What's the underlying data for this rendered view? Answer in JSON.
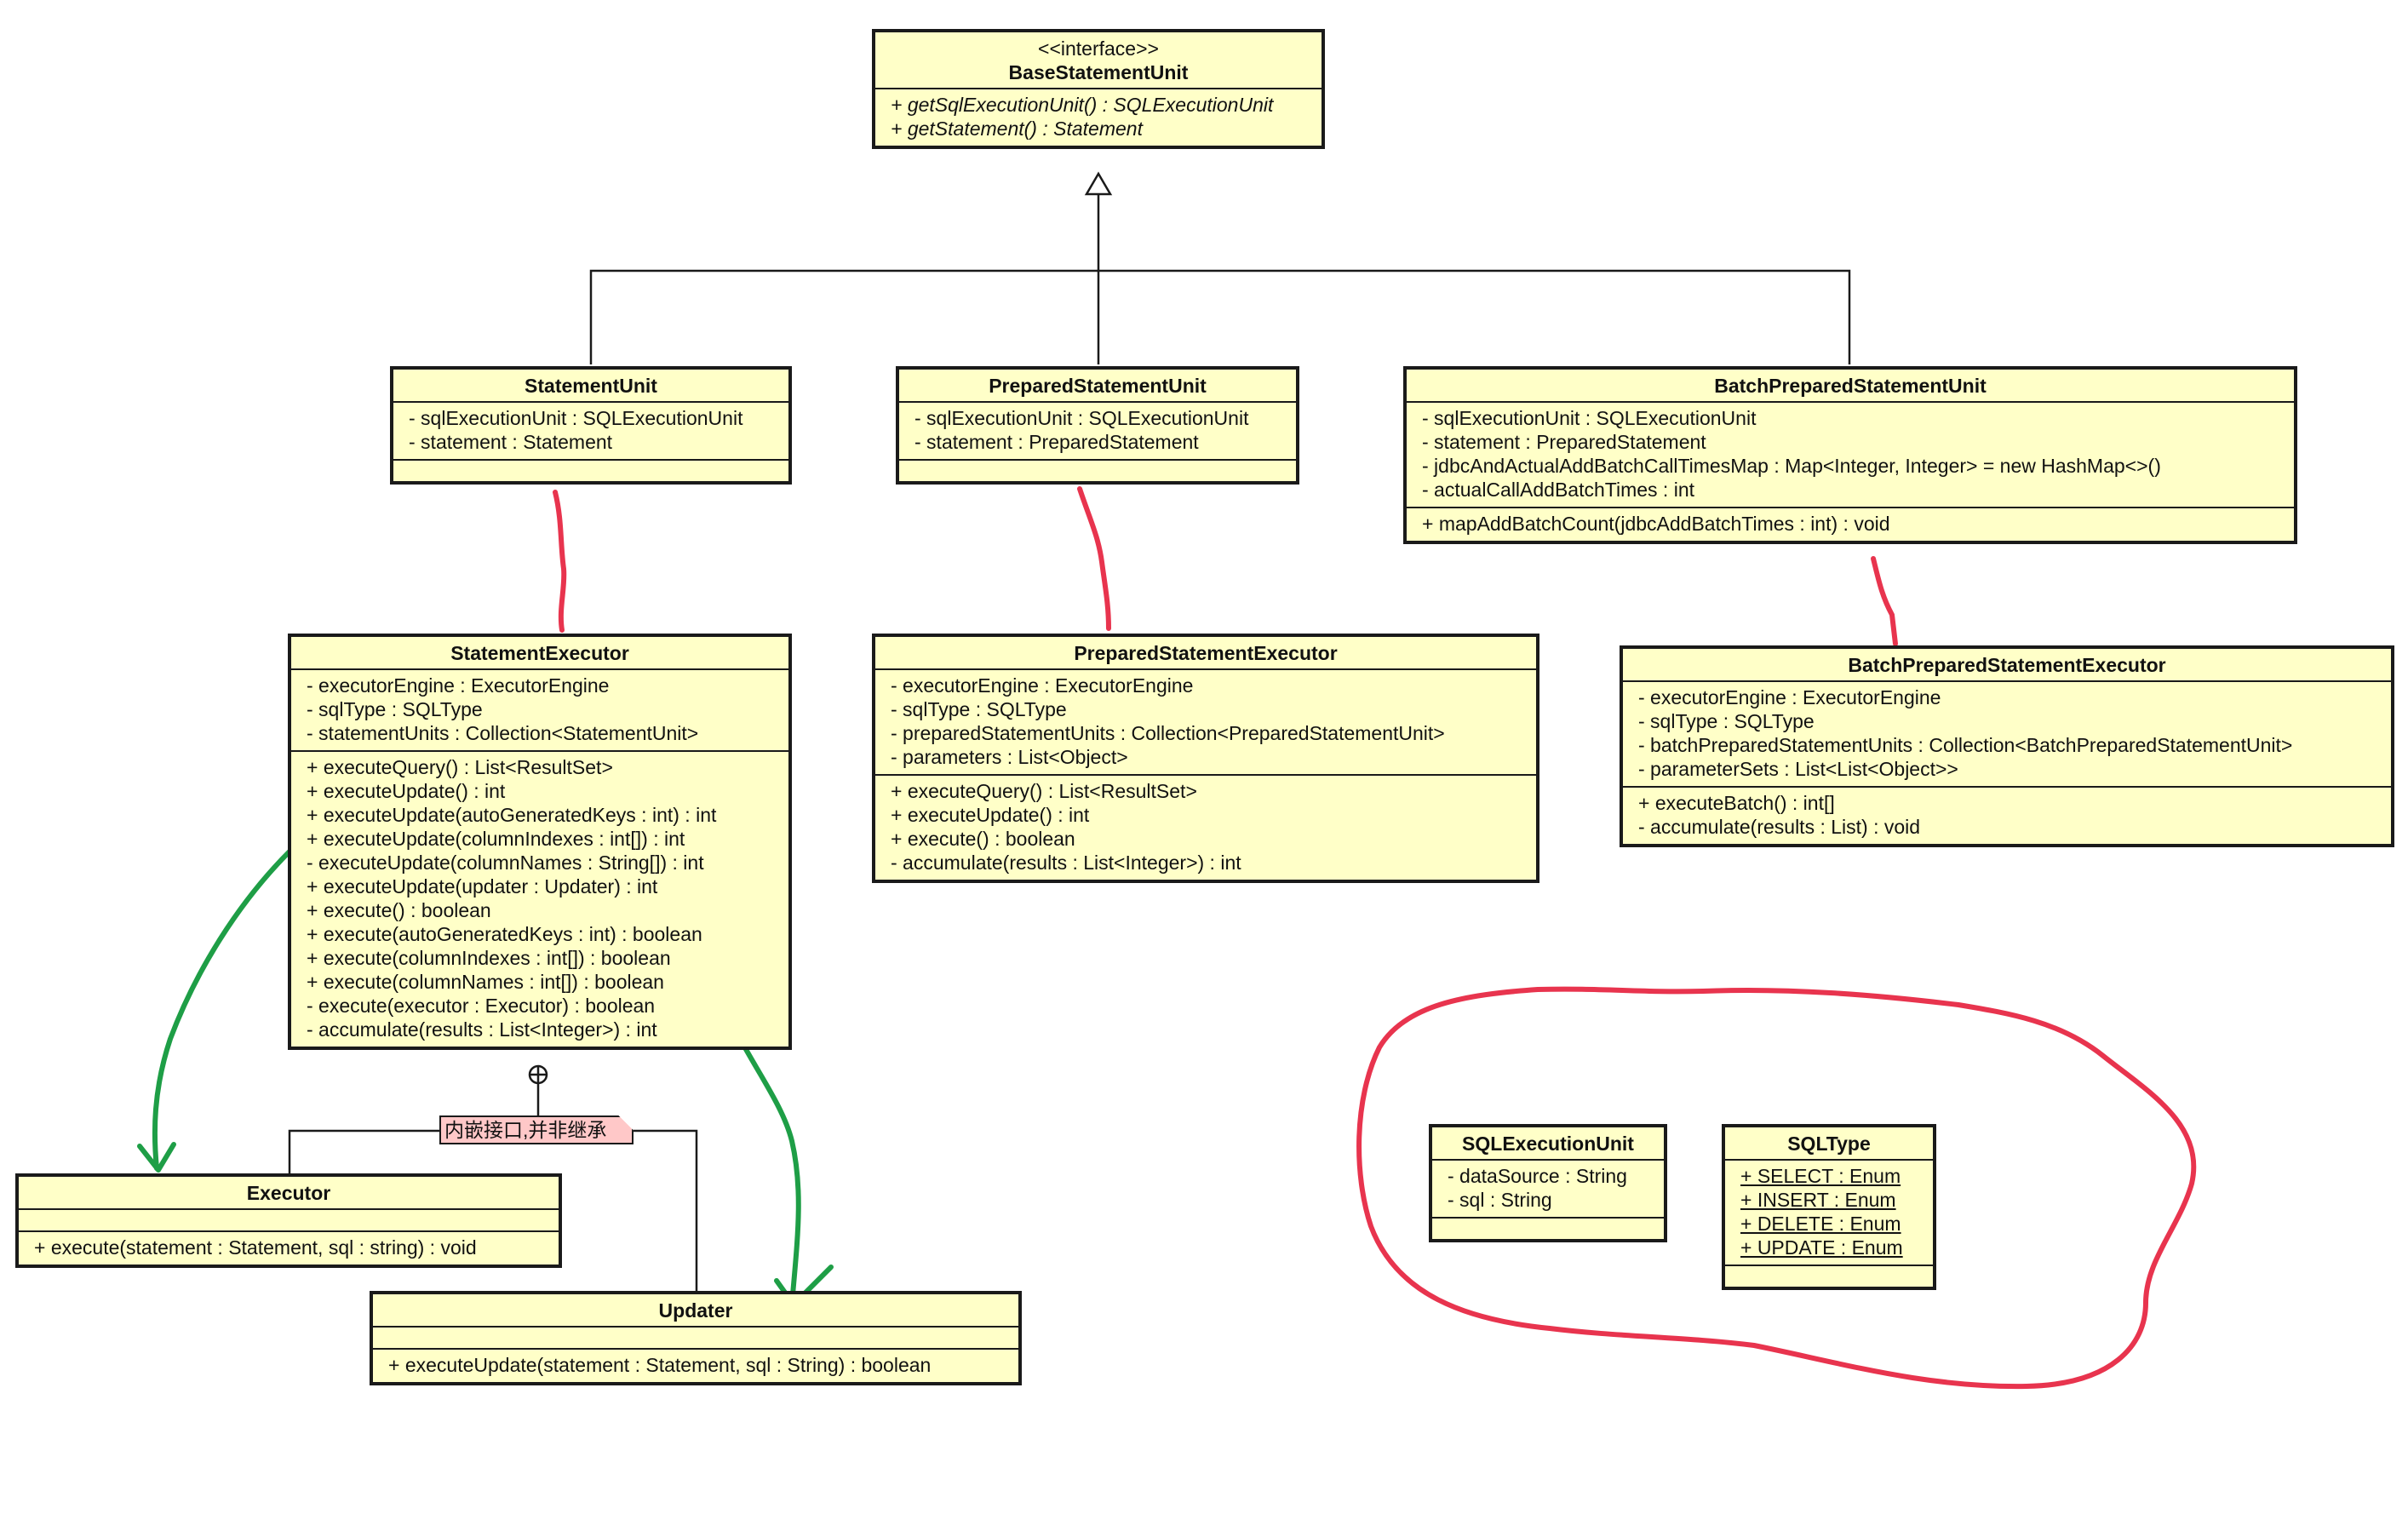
{
  "classes": {
    "base": {
      "stereotype": "<<interface>>",
      "name": "BaseStatementUnit",
      "operations": [
        "+ getSqlExecutionUnit() : SQLExecutionUnit",
        "+ getStatement() : Statement"
      ]
    },
    "statement_unit": {
      "name": "StatementUnit",
      "attributes": [
        "- sqlExecutionUnit : SQLExecutionUnit",
        "- statement : Statement"
      ]
    },
    "prepared_statement_unit": {
      "name": "PreparedStatementUnit",
      "attributes": [
        "- sqlExecutionUnit : SQLExecutionUnit",
        "- statement : PreparedStatement"
      ]
    },
    "batch_prepared_statement_unit": {
      "name": "BatchPreparedStatementUnit",
      "attributes": [
        "- sqlExecutionUnit : SQLExecutionUnit",
        "- statement : PreparedStatement",
        "- jdbcAndActualAddBatchCallTimesMap : Map<Integer, Integer> = new HashMap<>()",
        "- actualCallAddBatchTimes : int"
      ],
      "operations": [
        "+ mapAddBatchCount(jdbcAddBatchTimes : int) : void"
      ]
    },
    "statement_executor": {
      "name": "StatementExecutor",
      "attributes": [
        "- executorEngine : ExecutorEngine",
        "- sqlType : SQLType",
        "- statementUnits : Collection<StatementUnit>"
      ],
      "operations": [
        "+ executeQuery() : List<ResultSet>",
        "+ executeUpdate() : int",
        "+ executeUpdate(autoGeneratedKeys : int) : int",
        "+ executeUpdate(columnIndexes : int[]) : int",
        "- executeUpdate(columnNames : String[]) : int",
        "+ executeUpdate(updater : Updater) : int",
        "+ execute() : boolean",
        "+ execute(autoGeneratedKeys : int) : boolean",
        "+ execute(columnIndexes : int[]) : boolean",
        "+ execute(columnNames : int[]) : boolean",
        "- execute(executor : Executor) : boolean",
        "- accumulate(results : List<Integer>) : int"
      ]
    },
    "prepared_statement_executor": {
      "name": "PreparedStatementExecutor",
      "attributes": [
        "- executorEngine : ExecutorEngine",
        "- sqlType : SQLType",
        "- preparedStatementUnits : Collection<PreparedStatementUnit>",
        "- parameters : List<Object>"
      ],
      "operations": [
        "+ executeQuery() : List<ResultSet>",
        "+ executeUpdate() : int",
        "+ execute() : boolean",
        "- accumulate(results : List<Integer>) : int"
      ]
    },
    "batch_prepared_statement_executor": {
      "name": "BatchPreparedStatementExecutor",
      "attributes": [
        "- executorEngine : ExecutorEngine",
        "- sqlType : SQLType",
        "- batchPreparedStatementUnits : Collection<BatchPreparedStatementUnit>",
        "- parameterSets : List<List<Object>>"
      ],
      "operations": [
        "+ executeBatch() : int[]",
        "- accumulate(results : List) : void"
      ]
    },
    "executor": {
      "name": "Executor",
      "operations": [
        "+ execute(statement : Statement, sql : string) : void"
      ]
    },
    "updater": {
      "name": "Updater",
      "operations": [
        "+ executeUpdate(statement : Statement, sql : String) : boolean"
      ]
    },
    "sql_execution_unit": {
      "name": "SQLExecutionUnit",
      "attributes": [
        "- dataSource : String",
        "- sql : String"
      ]
    },
    "sql_type": {
      "name": "SQLType",
      "attributes": [
        "+ SELECT : Enum",
        "+ INSERT : Enum",
        "+ DELETE : Enum",
        "+ UPDATE : Enum"
      ]
    }
  },
  "note": {
    "text": "内嵌接口,并非继承"
  },
  "colors": {
    "class_fill": "#ffffc8",
    "note_fill": "#ffc8c8",
    "annotation_red": "#e8344e",
    "annotation_green": "#1e9e46"
  }
}
